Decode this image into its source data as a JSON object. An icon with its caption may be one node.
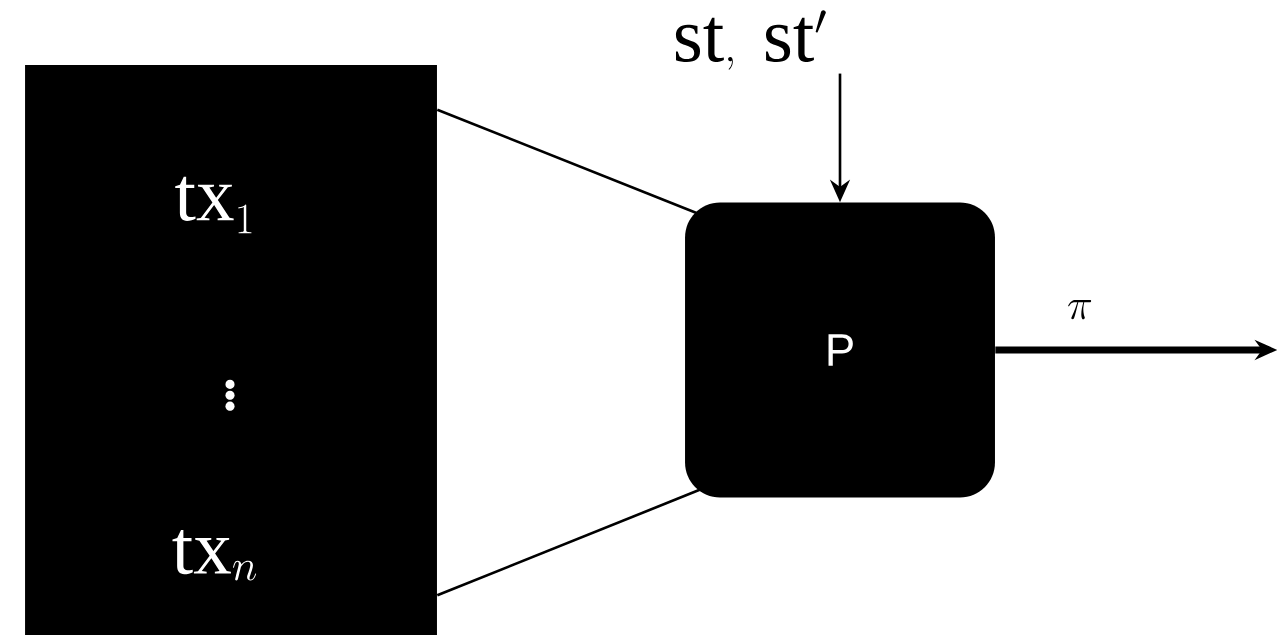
{
  "diagram": {
    "nodes": [
      {
        "text": [
          "\\mathrm{tx}_1",
          "\\vdots",
          "\\mathrm{tx}_n"
        ]
      },
      {
        "text": [
          "\\mathrm{st},\\ \\mathrm{st}'"
        ]
      },
      {
        "text": [
          "P"
        ]
      }
    ],
    "edges": [
      {
        "from": 0,
        "to": 2,
        "arrow": "none"
      },
      {
        "from": 0,
        "to": 2,
        "arrow": "none"
      },
      {
        "from": 1,
        "to": 2,
        "arrow": "to"
      },
      {
        "from": 2,
        "to": null,
        "arrow": "to",
        "label": "\\pi",
        "style": "thick"
      }
    ]
  }
}
